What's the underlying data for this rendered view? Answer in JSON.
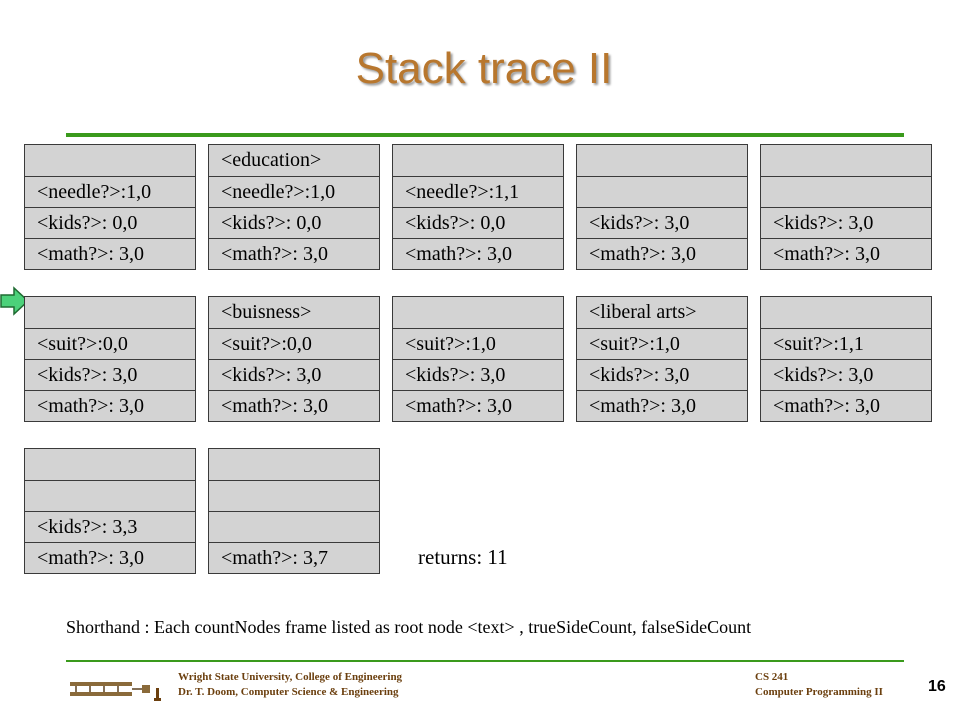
{
  "title": "Stack trace II",
  "stacks": [
    [
      "",
      "<needle?>:1,0",
      "<kids?>: 0,0",
      "<math?>: 3,0"
    ],
    [
      "<education>",
      "<needle?>:1,0",
      "<kids?>: 0,0",
      "<math?>: 3,0"
    ],
    [
      "",
      "<needle?>:1,1",
      "<kids?>: 0,0",
      "<math?>: 3,0"
    ],
    [
      "",
      "",
      "<kids?>: 3,0",
      "<math?>: 3,0"
    ],
    [
      "",
      "",
      "<kids?>: 3,0",
      "<math?>: 3,0"
    ],
    [
      "",
      "<suit?>:0,0",
      "<kids?>: 3,0",
      "<math?>: 3,0"
    ],
    [
      "<buisness>",
      "<suit?>:0,0",
      "<kids?>: 3,0",
      "<math?>: 3,0"
    ],
    [
      "",
      "<suit?>:1,0",
      "<kids?>: 3,0",
      "<math?>: 3,0"
    ],
    [
      "<liberal arts>",
      "<suit?>:1,0",
      "<kids?>: 3,0",
      "<math?>: 3,0"
    ],
    [
      "",
      "<suit?>:1,1",
      "<kids?>: 3,0",
      "<math?>: 3,0"
    ],
    [
      "",
      "",
      "<kids?>: 3,3",
      "<math?>: 3,0"
    ],
    [
      "",
      "",
      "",
      "<math?>: 3,7"
    ]
  ],
  "returns": "returns: 11",
  "shorthand": "Shorthand :  Each countNodes frame listed as root node <text> , trueSideCount, falseSideCount",
  "footer": {
    "left_line1": "Wright State University, College of Engineering",
    "left_line2": "Dr. T. Doom, Computer Science & Engineering",
    "right_line1": "CS 241",
    "right_line2": "Computer Programming II",
    "page": "16"
  },
  "colors": {
    "title": "#b8772e",
    "rule": "#3a9a1c",
    "frame_fill": "#d3d3d3",
    "arrow_fill": "#4cd17a",
    "footer_text": "#6b3f0e"
  },
  "icons": {
    "current_frame_marker": "arrow-icon",
    "logo": "wright-flyer-logo-icon"
  }
}
